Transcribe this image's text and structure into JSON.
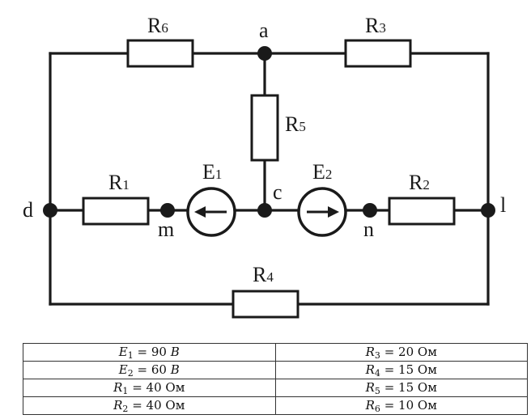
{
  "labels": {
    "node_a": "a",
    "node_c": "c",
    "node_d": "d",
    "node_b": "l",
    "node_m": "m",
    "node_n": "n",
    "r1": {
      "main": "R",
      "sub": "1"
    },
    "r2": {
      "main": "R",
      "sub": "2"
    },
    "r3": {
      "main": "R",
      "sub": "3"
    },
    "r4": {
      "main": "R",
      "sub": "4"
    },
    "r5": {
      "main": "R",
      "sub": "5"
    },
    "r6": {
      "main": "R",
      "sub": "6"
    },
    "e1": {
      "main": "E",
      "sub": "1"
    },
    "e2": {
      "main": "E",
      "sub": "2"
    }
  },
  "params": [
    {
      "left": {
        "sym": "E",
        "idx": "1",
        "val": "= 90",
        "unit": "В"
      },
      "right": {
        "sym": "R",
        "idx": "3",
        "val": "= 20 Ом"
      }
    },
    {
      "left": {
        "sym": "E",
        "idx": "2",
        "val": "= 60",
        "unit": "В"
      },
      "right": {
        "sym": "R",
        "idx": "4",
        "val": "= 15 Ом"
      }
    },
    {
      "left": {
        "sym": "R",
        "idx": "1",
        "val": "= 40 Ом"
      },
      "right": {
        "sym": "R",
        "idx": "5",
        "val": "= 15 Ом"
      }
    },
    {
      "left": {
        "sym": "R",
        "idx": "2",
        "val": "= 40 Ом"
      },
      "right": {
        "sym": "R",
        "idx": "6",
        "val": "= 10 Ом"
      }
    }
  ]
}
